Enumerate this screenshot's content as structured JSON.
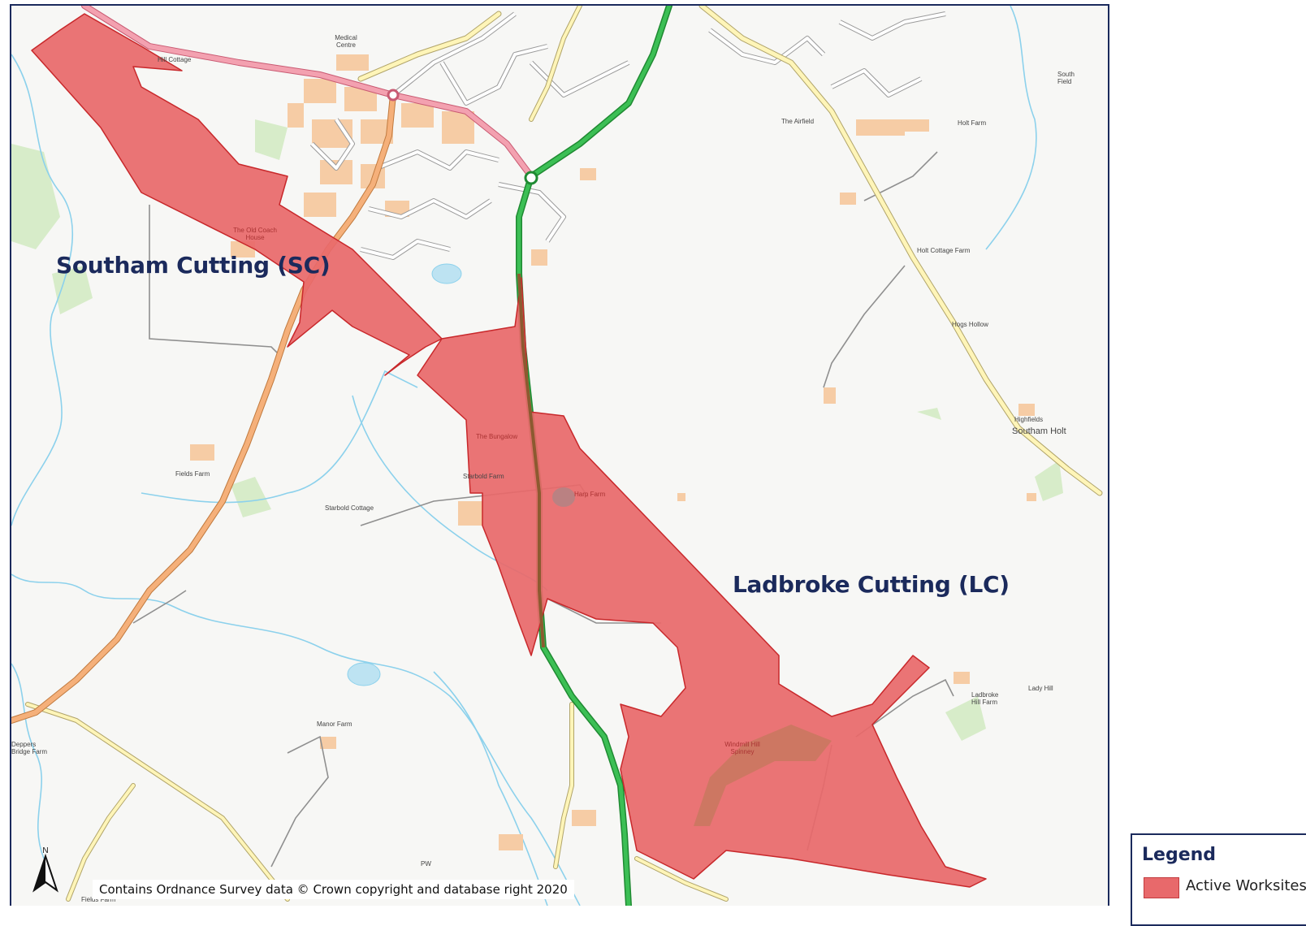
{
  "map": {
    "areas": {
      "southam_cutting": "Southam Cutting (SC)",
      "ladbroke_cutting": "Ladbroke Cutting (LC)"
    },
    "places": {
      "hill_cottage": "Hill Cottage",
      "medical_centre": "Medical Centre",
      "the_old_coach_house": "The Old Coach House",
      "the_airfield": "The Airfield",
      "holt_farm": "Holt Farm",
      "holt_cottage_farm": "Holt Cottage Farm",
      "hogs_hollow": "Hogs Hollow",
      "highfields": "Highfields",
      "southam_holt": "Southam Holt",
      "south_field": "South Field",
      "the_bungalow": "The Bungalow",
      "starbold_farm": "Starbold Farm",
      "harp_farm": "Harp Farm",
      "starbold_cottage": "Starbold Cottage",
      "fields_farm": "Fields Farm",
      "ladbroke_hill_farm": "Ladbroke Hill Farm",
      "lady_hill": "Lady Hill",
      "manor_farm": "Manor Farm",
      "deppers_bridge_farm": "Deppers Bridge Farm",
      "windmill_hill_spinney": "Windmill Hill Spinney",
      "fields_farm_bottom": "Fields Farm",
      "pw": "PW"
    },
    "north_label": "N",
    "copyright": "Contains Ordnance Survey data © Crown copyright and database right 2020"
  },
  "legend": {
    "title": "Legend",
    "items": [
      {
        "label": "Active Worksites",
        "color": "#e8696b"
      }
    ]
  },
  "colors": {
    "worksite_fill": "#e8696b",
    "worksite_stroke": "#c8282b",
    "a_road": "#f3a56b",
    "primary_road": "#36b24a",
    "pink_road": "#ec8ea0",
    "minor_road": "#fff4b0",
    "building": "#f6c9a0",
    "water": "#7ec8e3",
    "woodland": "#cfe9c1",
    "frame": "#1b2a5c"
  }
}
